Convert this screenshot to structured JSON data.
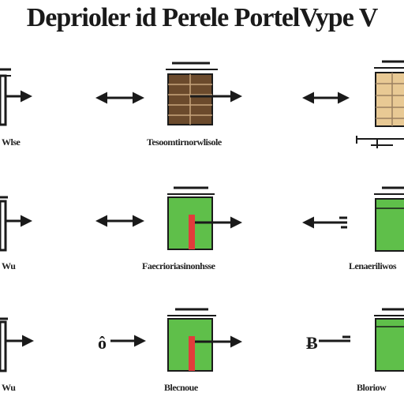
{
  "title": "Deprioler id Perele PortelVype V",
  "colors": {
    "ink": "#1a1a1a",
    "brown": "#6b4a2c",
    "brown_line": "#c7a47c",
    "tan": "#e8c994",
    "tan_line": "#9a8060",
    "green": "#5fbf4a",
    "red": "#e23b3b"
  },
  "captions": {
    "r1c1": "Wlse",
    "r1c2": "Tesoomtirnorwlisole",
    "r1c3": "",
    "r2c1": "Wu",
    "r2c2": "Faecrioriasinonhsse",
    "r2c3": "Lenaeriliwos",
    "r3c1": "Wu",
    "r3c2": "Blecnoue",
    "r3c3": "Bloriow"
  },
  "glyphs": {
    "r3c2_symbol": "ô",
    "r3c3_symbol": "Ƀ"
  }
}
